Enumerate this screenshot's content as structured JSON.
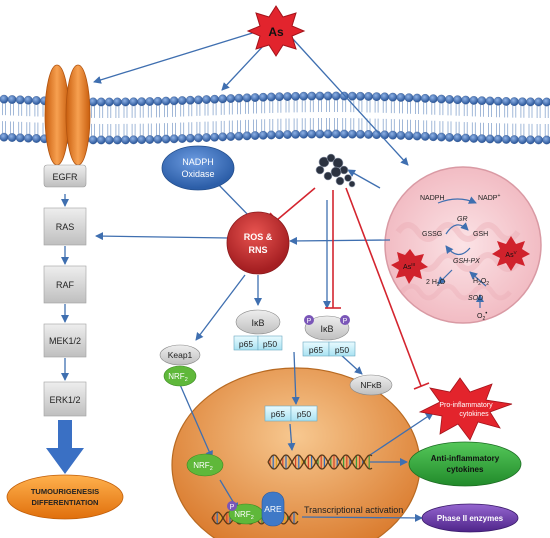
{
  "colors": {
    "membrane_blue": "#3f6fb0",
    "egfr_orange": "#f07f1e",
    "pathway_box": "#d9d9d9",
    "ros_red": "#c7312f",
    "nadph_blue": "#3b74c0",
    "nucleus_orange": "#e9923c",
    "mito_pink": "#f6cdd2",
    "inhibit_red": "#d4252f",
    "anti_green": "#2e9e38",
    "phase2_purple": "#6b3aa6"
  },
  "labels": {
    "arsenic": "As",
    "egfr": "EGFR",
    "ras": "RAS",
    "raf": "RAF",
    "mek": "MEK1/2",
    "erk": "ERK1/2",
    "tumour_line1": "TUMOURIGENESIS",
    "tumour_line2": "DIFFERENTIATION",
    "nadph_line1": "NADPH",
    "nadph_line2": "Oxidase",
    "ros_line1": "ROS &",
    "ros_line2": "RNS",
    "ikb": "IκB",
    "p65": "p65",
    "p50": "p50",
    "phospho": "P",
    "keap1": "Keap1",
    "nrf2": "NRF",
    "nrf2_sub": "2",
    "nfkb": "NFκB",
    "are": "ARE",
    "transcription": "Transcriptional activation",
    "pro_line1": "Pro-inflammatory",
    "pro_line2": "cytokines",
    "anti_line1": "Anti-inflammatory",
    "anti_line2": "cytokines",
    "phase2": "Phase II enzymes",
    "mito": {
      "nadph": "NADPH",
      "nadp": "NADP",
      "nadp_sup": "+",
      "gr": "GR",
      "gssg": "GSSG",
      "gsh": "GSH",
      "gshpx": "GSH-PX",
      "h2o2": "H",
      "h2o2_a": "2",
      "h2o2_b": "O",
      "h2o2_c": "2",
      "water": "2 H",
      "water_sub": "2",
      "water_o": "O",
      "sod": "SOD",
      "o2": "O",
      "o2_sub": "2",
      "o2_sup": "•",
      "as3": "As",
      "as3_sup": "III",
      "as5": "As",
      "as5_sup": "V"
    }
  }
}
